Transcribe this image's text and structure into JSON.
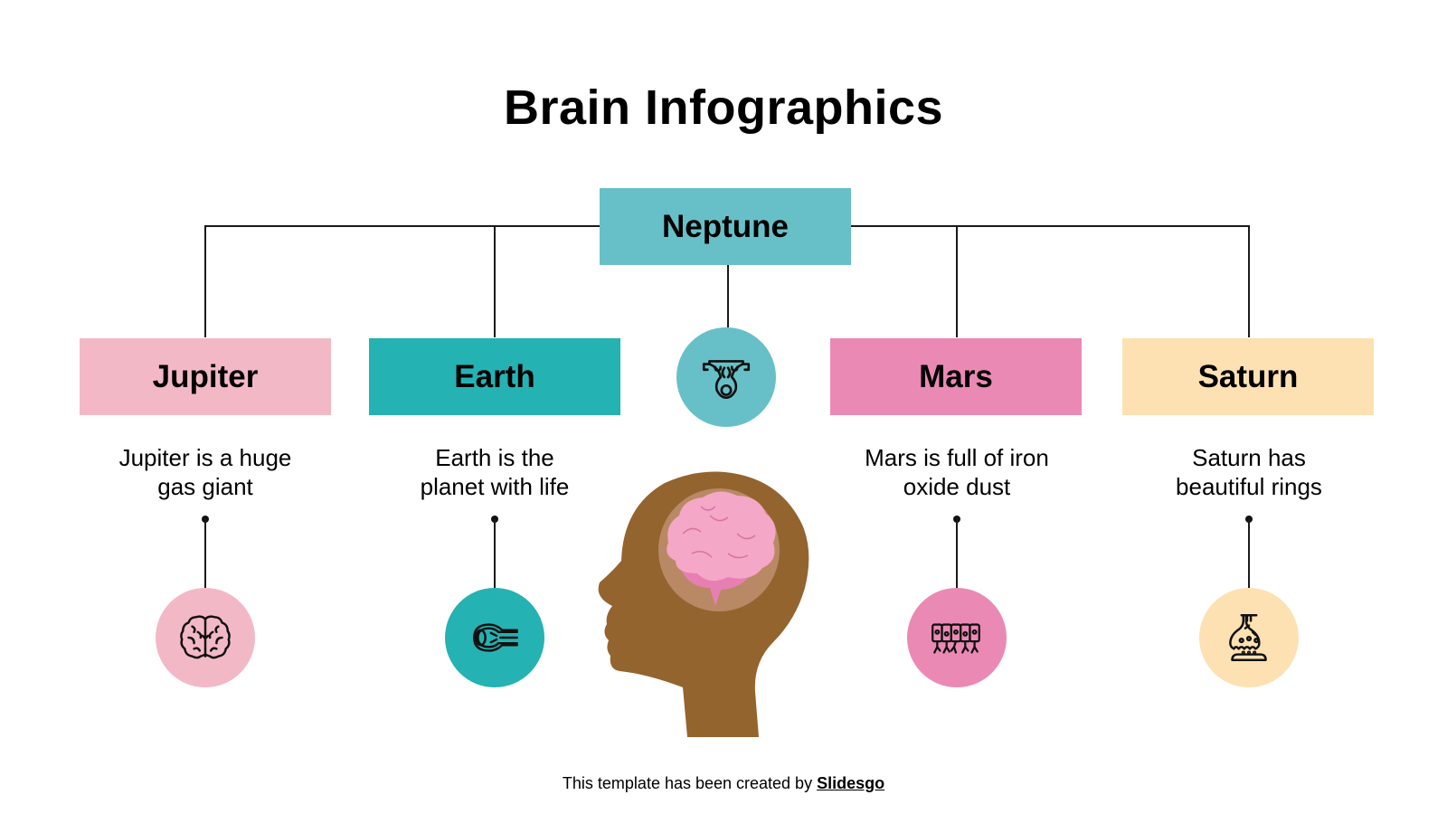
{
  "slide": {
    "title": "Brain Infographics",
    "colors": {
      "neptune": "#67c0c8",
      "jupiter": "#f3b8c6",
      "earth": "#25b2b3",
      "mars": "#eb89b5",
      "saturn": "#fde1b2",
      "head": "#94642f",
      "line": "#1a1a1a"
    }
  },
  "center": {
    "label": "Neptune",
    "icon": "brain-stem-icon"
  },
  "items": [
    {
      "label": "Jupiter",
      "description_line1": "Jupiter is a huge",
      "description_line2": "gas giant",
      "icon": "brain-icon"
    },
    {
      "label": "Earth",
      "description_line1": "Earth is the",
      "description_line2": "planet with life",
      "icon": "eye-optic-nerve-icon"
    },
    {
      "label": "Mars",
      "description_line1": "Mars is full of iron",
      "description_line2": "oxide dust",
      "icon": "epithelial-cells-icon"
    },
    {
      "label": "Saturn",
      "description_line1": "Saturn has",
      "description_line2": "beautiful rings",
      "icon": "synapse-icon"
    }
  ],
  "illustration": "human-head-with-brain",
  "footer": {
    "text": "This template has been created by ",
    "link": "Slidesgo"
  }
}
